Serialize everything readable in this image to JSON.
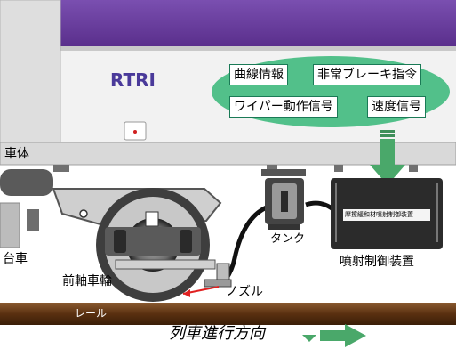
{
  "brand": "RTRI",
  "signals": {
    "curve_info": "曲線情報",
    "emergency_brake": "非常ブレーキ指令",
    "wiper": "ワイパー動作信号",
    "speed": "速度信号"
  },
  "labels": {
    "car_body": "車体",
    "bogie": "台車",
    "front_wheel": "前軸車輪",
    "tank": "タンク",
    "nozzle": "ノズル",
    "controller": "噴射制御装置",
    "controller_plate": "摩擦緩和材噴射制御装置",
    "rail": "レール",
    "direction": "列車進行方向"
  },
  "colors": {
    "roof": "#6a3f9c",
    "signal_bubble": "#52c08a",
    "arrow": "#4aa86a",
    "rail": "#6b3d1c",
    "nozzle_pointer": "#e02020"
  }
}
